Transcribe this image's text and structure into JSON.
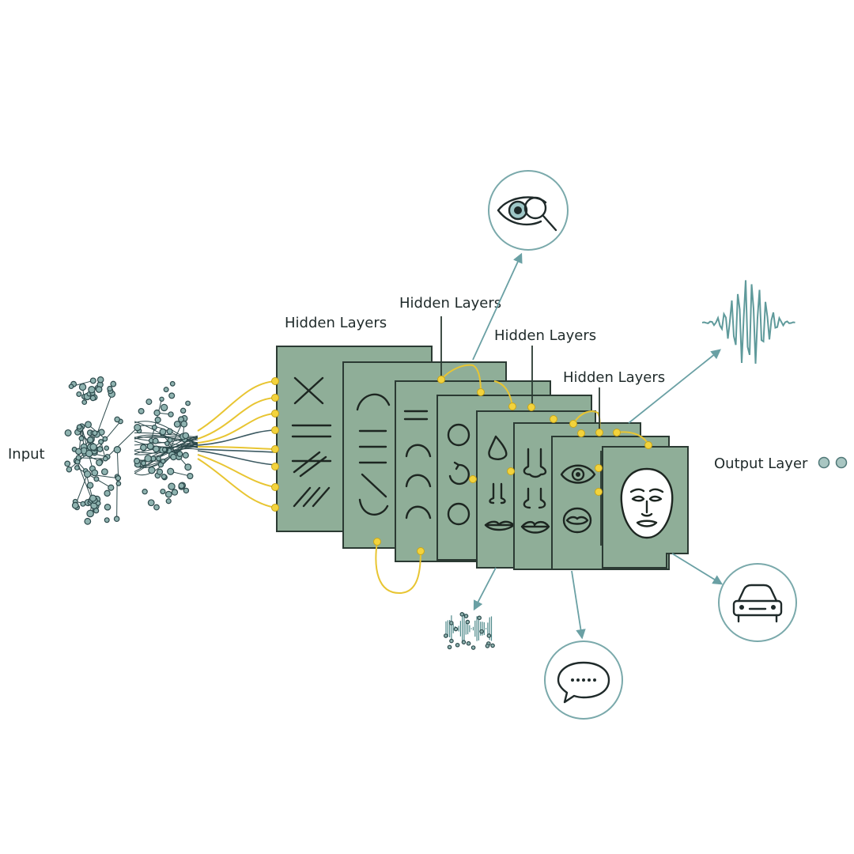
{
  "labels": {
    "input": "Input",
    "hidden_1": "Hidden Layers",
    "hidden_2": "Hidden Layers",
    "hidden_3": "Hidden Layers",
    "hidden_4": "Hidden Layers",
    "output": "Output Layer"
  },
  "icons": {
    "vision": "eye-magnifier-icon",
    "signal": "sound-wave-icon",
    "audio": "audio-cluster-icon",
    "speech": "speech-bubble-icon",
    "vehicle": "car-icon",
    "face": "face-icon"
  },
  "colors": {
    "panel_fill": "#8fae98",
    "connector_yellow": "#f3d33c",
    "arrow_teal": "#6aa0a4",
    "node_teal": "#8fb3b0"
  }
}
